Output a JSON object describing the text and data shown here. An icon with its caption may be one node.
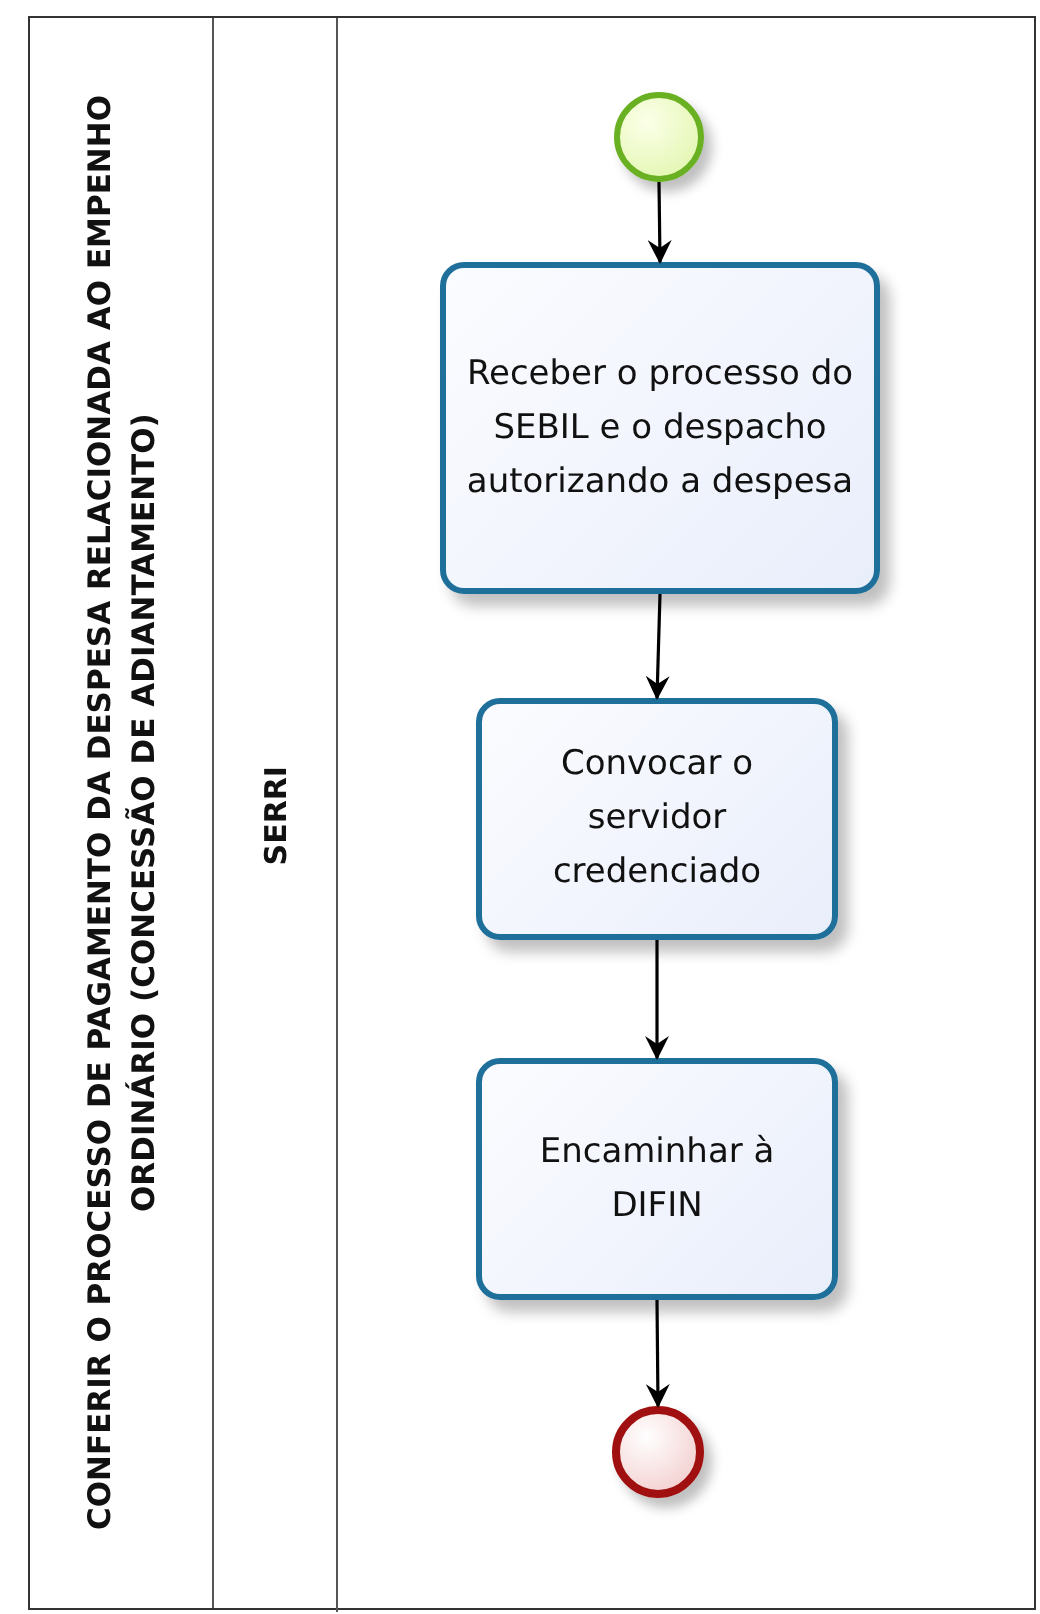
{
  "diagram": {
    "nodes": [
      {
        "text": [
          "CONFERIR O PROCESSO DE PAGAMENTO DA DESPESA RELACIONADA AO EMPENHO ORDINÁRIO (CONCESSÃO DE ADIANTAMENTO)"
        ]
      },
      {
        "text": [
          "SERRI"
        ],
        "in": 0
      },
      {
        "text": [],
        "shape": "circle",
        "in": 1
      },
      {
        "text": [
          "Receber o processo do SEBIL e o despacho autorizando a despesa"
        ],
        "in": 1
      },
      {
        "text": [
          "Convocar o servidor credenciado"
        ],
        "in": 1
      },
      {
        "text": [
          "Encaminhar à DIFIN"
        ],
        "in": 1
      },
      {
        "text": [],
        "shape": "circle",
        "in": 1
      }
    ],
    "edges": [
      {
        "from": 2,
        "to": 3,
        "arrow": "to"
      },
      {
        "from": 3,
        "to": 4,
        "arrow": "to"
      },
      {
        "from": 4,
        "to": 5,
        "arrow": "to"
      },
      {
        "from": 5,
        "to": 6,
        "arrow": "to"
      }
    ]
  }
}
